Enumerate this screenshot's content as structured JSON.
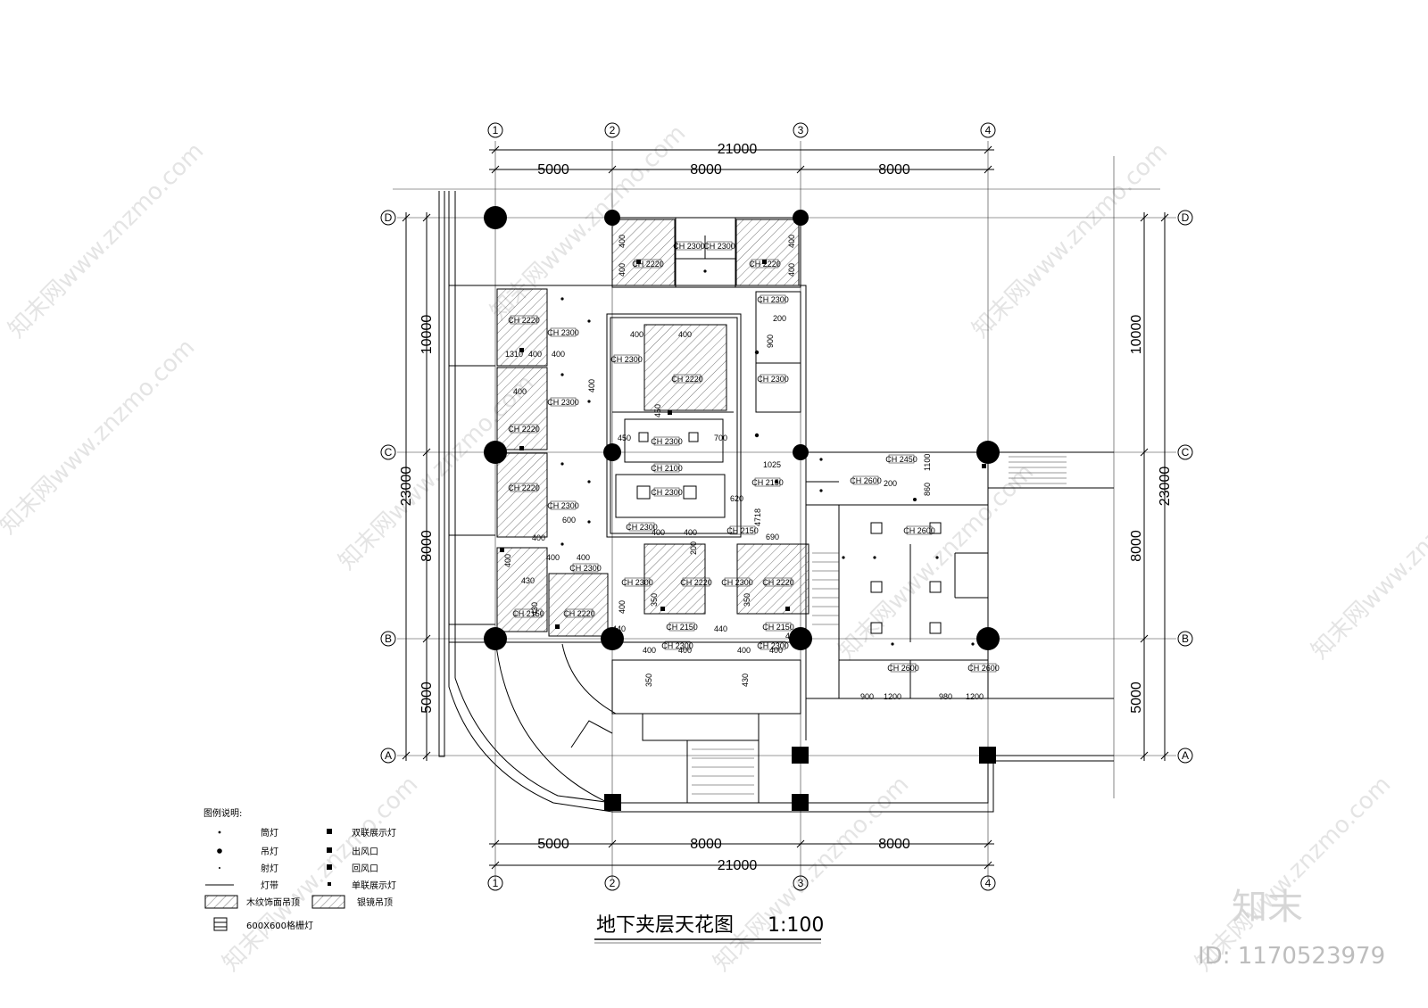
{
  "axes": {
    "columns": [
      "1",
      "2",
      "3",
      "4"
    ],
    "rows": [
      "D",
      "C",
      "B",
      "A"
    ]
  },
  "dimensions": {
    "top_total": "21000",
    "top_segments": [
      "5000",
      "8000",
      "8000"
    ],
    "bottom_total": "21000",
    "bottom_segments": [
      "5000",
      "8000",
      "8000"
    ],
    "left_total": "23000",
    "left_segments": [
      "10000",
      "8000",
      "5000"
    ],
    "right_total": "23000",
    "right_segments": [
      "10000",
      "8000",
      "5000"
    ]
  },
  "room_tags": {
    "ch2220": "CH 2220",
    "ch2300": "CH 2300",
    "ch2150": "CH 2150",
    "ch2100": "CH 2100",
    "ch2600": "CH 2600",
    "ch2450": "CH 2450"
  },
  "inner_dims": {
    "d400": "400",
    "d1310": "1310",
    "d200": "200",
    "d900": "900",
    "d600": "600",
    "d700": "700",
    "d1025": "1025",
    "d860": "860",
    "d1100": "1100",
    "d430": "430",
    "d350": "350",
    "d4718": "4718",
    "d690": "690",
    "d1200": "1200",
    "d980": "980",
    "d450": "450",
    "d620": "620",
    "d440": "440"
  },
  "legend": {
    "heading": "图例说明:",
    "items": [
      {
        "label": "筒灯",
        "icon": "downlight-icon"
      },
      {
        "label": "吊灯",
        "icon": "pendant-lamp-icon"
      },
      {
        "label": "射灯",
        "icon": "spotlight-icon"
      },
      {
        "label": "灯带",
        "icon": "light-strip-icon"
      },
      {
        "label": "双联展示灯",
        "icon": "double-display-light-icon"
      },
      {
        "label": "出风口",
        "icon": "air-outlet-icon"
      },
      {
        "label": "回风口",
        "icon": "return-air-icon"
      },
      {
        "label": "单联展示灯",
        "icon": "single-display-light-icon"
      },
      {
        "label": "木纹饰面吊顶",
        "icon": "wood-grain-ceiling-icon"
      },
      {
        "label": "银镜吊顶",
        "icon": "silver-mirror-ceiling-icon"
      },
      {
        "label": "600X600格栅灯",
        "icon": "grille-light-icon"
      }
    ]
  },
  "title": {
    "main": "地下夹层天花图",
    "scale": "1:100"
  },
  "watermark": {
    "text": "知末网www.znzmo.com",
    "brand": "知末",
    "id": "ID: 1170523979"
  }
}
